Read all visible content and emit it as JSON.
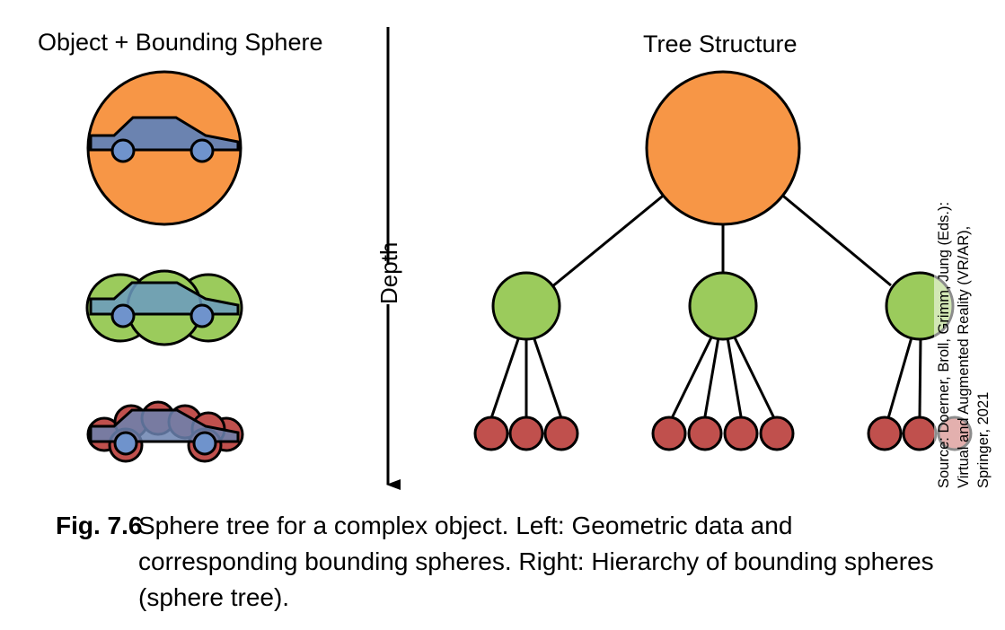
{
  "left_title": "Object + Bounding Sphere",
  "right_title": "Tree Structure",
  "axis_label": "Depth",
  "credit": {
    "line1": "Source: Doerner, Broll, Grimm, Jung (Eds.):",
    "line2": "Virtual and Augmented Reality (VR/AR),",
    "line3": "Springer, 2021"
  },
  "caption": {
    "number": "Fig. 7.6",
    "text": "Sphere tree for a complex object. Left: Geometric data and corresponding bounding spheres. Right: Hierarchy of bounding spheres (sphere tree)."
  },
  "colors": {
    "orange": "#f79646",
    "green": "#9bcb5c",
    "red": "#c0504d",
    "car_body": "#6b83b0",
    "wheel": "#6f93cc",
    "outline": "#000000"
  }
}
